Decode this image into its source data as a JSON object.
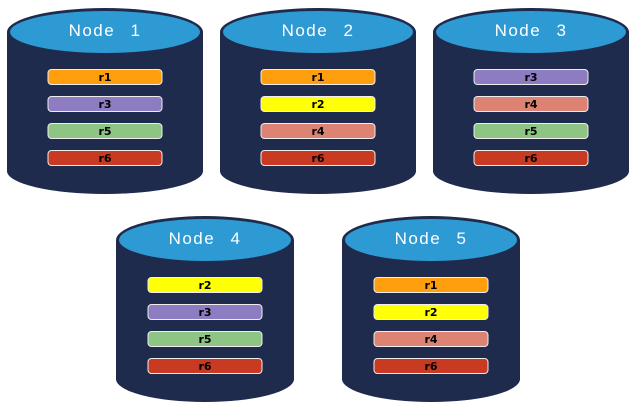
{
  "diagram": {
    "type": "replica-distribution",
    "node_count": 5,
    "rows": [
      3,
      2
    ]
  },
  "colors": {
    "page_background": "#FFFFFF",
    "cylinder_body": "#1F2B4D",
    "cylinder_top_fill": "#2E9AD4",
    "cylinder_top_border": "#1F2B4D",
    "node_label_text": "#FFFFFF",
    "replica_label_text": "#000000",
    "bar_border": "#EDEDED"
  },
  "replica_colors": {
    "r1": "#FF9F0E",
    "r2": "#FFFF05",
    "r3": "#8E7CC3",
    "r4": "#DD8373",
    "r5": "#8FC584",
    "r6": "#C93A23"
  },
  "nodes": [
    {
      "label": "Node 1",
      "replicas": [
        "r1",
        "r3",
        "r5",
        "r6"
      ]
    },
    {
      "label": "Node 2",
      "replicas": [
        "r1",
        "r2",
        "r4",
        "r6"
      ]
    },
    {
      "label": "Node 3",
      "replicas": [
        "r3",
        "r4",
        "r5",
        "r6"
      ]
    },
    {
      "label": "Node 4",
      "replicas": [
        "r2",
        "r3",
        "r5",
        "r6"
      ]
    },
    {
      "label": "Node 5",
      "replicas": [
        "r1",
        "r2",
        "r4",
        "r6"
      ]
    }
  ]
}
